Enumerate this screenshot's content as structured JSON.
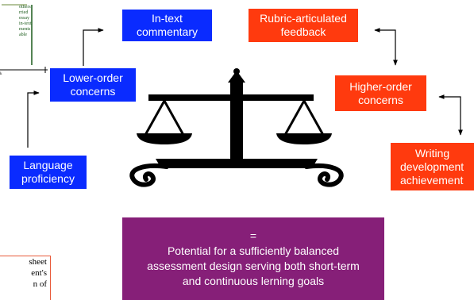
{
  "boxes": {
    "in_text": [
      "In-text",
      "commentary"
    ],
    "rubric": [
      "Rubric-articulated",
      "feedback"
    ],
    "lower": [
      "Lower-order",
      "concerns"
    ],
    "higher": [
      "Higher-order",
      "concerns"
    ],
    "language": [
      "Language",
      "proficiency"
    ],
    "writing": [
      "Writing",
      "development",
      "achievement"
    ],
    "center": [
      "=",
      "Potential for a sufficiently balanced",
      "assessment design serving both short-term",
      "and continuous lerning goals"
    ]
  },
  "fragments": {
    "clip_top": [
      "others",
      "rried",
      "essay",
      "in-text",
      "ments",
      "able"
    ],
    "clip_bottom": [
      "sheet",
      "ent's",
      "n   of"
    ]
  },
  "colors": {
    "blue": "#0a2bff",
    "red": "#ff3a0e",
    "purple": "#861f78"
  }
}
